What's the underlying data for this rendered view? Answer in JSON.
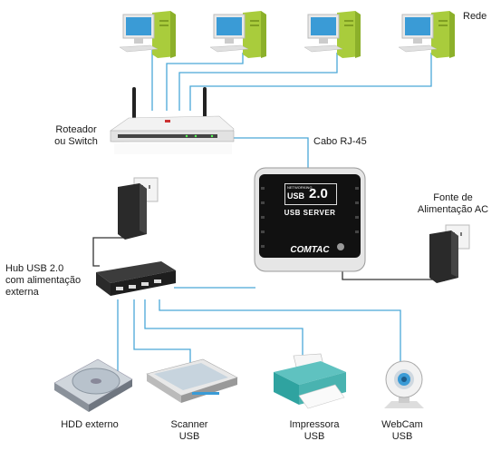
{
  "labels": {
    "network": "Rede",
    "router": "Roteador\nou Switch",
    "cable": "Cabo RJ-45",
    "power_supply": "Fonte de\nAlimentação AC",
    "hub": "Hub USB 2.0\ncom alimentação\nexterna",
    "hdd": "HDD externo",
    "scanner": "Scanner\nUSB",
    "printer": "Impressora\nUSB",
    "webcam": "WebCam\nUSB"
  },
  "usb_server": {
    "badge_small": "NETWORKING",
    "badge_usb": "USB",
    "badge_version": "2.0",
    "name": "USB SERVER",
    "brand": "COMTAC"
  },
  "colors": {
    "wire": "#4aa8d8",
    "wire_dark": "#3a3a3a",
    "pc_tower": "#a9cc3c",
    "monitor_screen": "#3a9bd6"
  },
  "icons": [
    "computer-icon",
    "router-icon",
    "usb-server-icon",
    "power-adapter-icon",
    "usb-hub-icon",
    "hdd-icon",
    "scanner-icon",
    "printer-icon",
    "webcam-icon"
  ]
}
